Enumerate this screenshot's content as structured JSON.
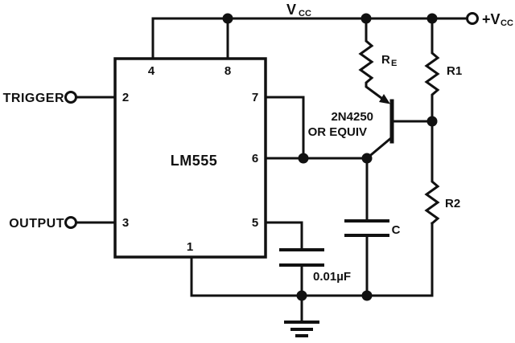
{
  "colors": {
    "ink": "#111111",
    "paper": "#ffffff"
  },
  "ic": {
    "label": "LM555",
    "pins": {
      "p1": "1",
      "p2": "2",
      "p3": "3",
      "p4": "4",
      "p5": "5",
      "p6": "6",
      "p7": "7",
      "p8": "8"
    }
  },
  "terminals": {
    "trigger": "TRIGGER",
    "output": "OUTPUT",
    "vcc": {
      "main": "V",
      "sub": "CC"
    },
    "plus_vcc": {
      "main": "+V",
      "sub": "CC"
    }
  },
  "components": {
    "re": {
      "main": "R",
      "sub": "E"
    },
    "r1": "R1",
    "r2": "R2",
    "c": "C",
    "bypass_cap": "0.01µF",
    "transistor": {
      "part": "2N4250",
      "note": "OR EQUIV"
    }
  }
}
